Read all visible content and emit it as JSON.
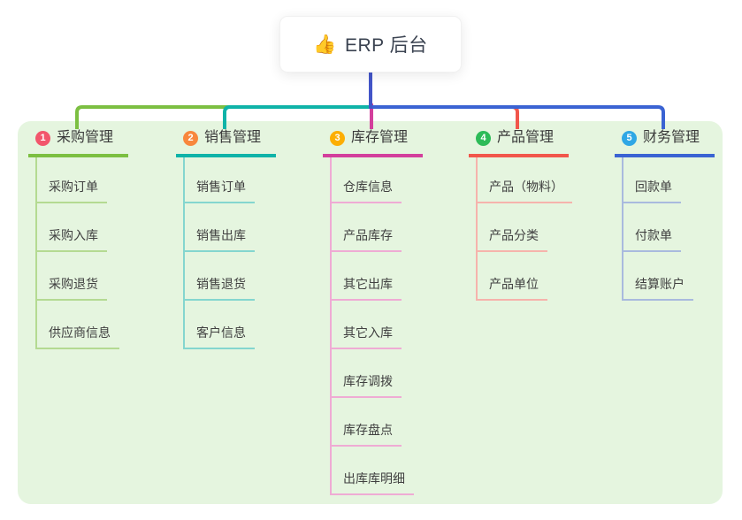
{
  "root": {
    "icon": "👍",
    "label": "ERP 后台"
  },
  "branches": [
    {
      "num": "1",
      "title": "采购管理",
      "badge_color": "#f2566c",
      "line_color": "#7cbf41",
      "light_color": "#b4da92",
      "items": [
        "采购订单",
        "采购入库",
        "采购退货",
        "供应商信息"
      ]
    },
    {
      "num": "2",
      "title": "销售管理",
      "badge_color": "#f8873d",
      "line_color": "#0fb3a8",
      "light_color": "#84d6cf",
      "items": [
        "销售订单",
        "销售出库",
        "销售退货",
        "客户信息"
      ]
    },
    {
      "num": "3",
      "title": "库存管理",
      "badge_color": "#fcae03",
      "line_color": "#d33f9c",
      "light_color": "#efabd4",
      "items": [
        "仓库信息",
        "产品库存",
        "其它出库",
        "其它入库",
        "库存调拨",
        "库存盘点",
        "出库库明细"
      ]
    },
    {
      "num": "4",
      "title": "产品管理",
      "badge_color": "#2dbb58",
      "line_color": "#f1564b",
      "light_color": "#f6b3ac",
      "items": [
        "产品（物料）",
        "产品分类",
        "产品单位"
      ]
    },
    {
      "num": "5",
      "title": "财务管理",
      "badge_color": "#2fa7e5",
      "line_color": "#3a63d3",
      "light_color": "#a9bade",
      "items": [
        "回款单",
        "付款单",
        "结算账户"
      ]
    }
  ],
  "colors": {
    "panel_bg": "#e5f5df",
    "root_line": "#4355c8"
  }
}
